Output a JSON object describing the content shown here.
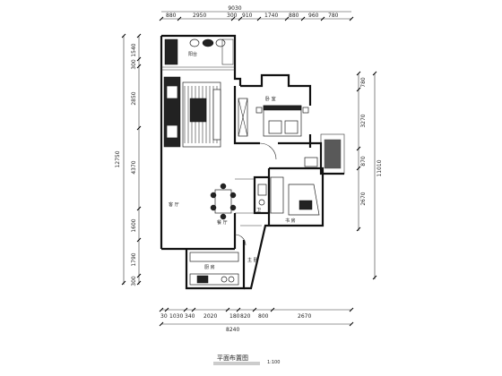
{
  "dimensions": {
    "top_total": "9030",
    "top_segments": [
      "880",
      "2950",
      "300",
      "910",
      "1740",
      "880",
      "960",
      "780"
    ],
    "bottom_segments": [
      "30",
      "1030",
      "340",
      "2020",
      "180",
      "820",
      "800",
      "2670"
    ],
    "bottom_total": "8240",
    "left_total": "12750",
    "left_segments": [
      "1540",
      "300",
      "2850",
      "4370",
      "1600",
      "1790",
      "300"
    ],
    "right_outer": "11010",
    "right_segments": [
      "780",
      "3270",
      "870",
      "2670"
    ]
  },
  "room_labels": {
    "balcony": "阳台",
    "living": "客 厅",
    "dining": "餐 厅",
    "kitchen": "厨 房",
    "bedroom": "卧 室",
    "study": "书 房",
    "bath": "卫",
    "master_area": "主 卧"
  },
  "title": {
    "main": "平面布置图",
    "scale": "1:100"
  }
}
